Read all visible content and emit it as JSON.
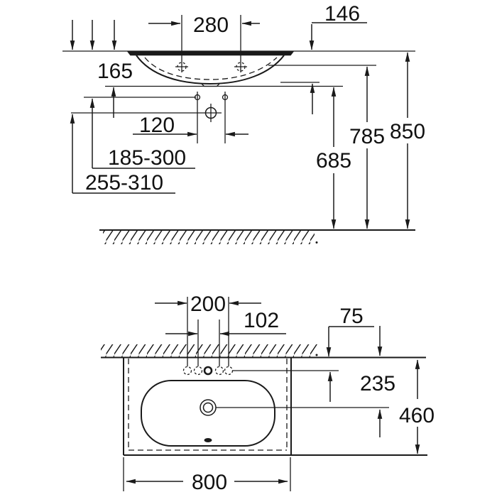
{
  "front_view": {
    "dim_faucet_hole_spacing": "280",
    "dim_right_depth": "146",
    "dim_bowl_depth": "165",
    "dim_bolt_hole_spacing": "120",
    "dim_mount_range_upper": "185-300",
    "dim_mount_range_lower": "255-310",
    "dim_height_underside": "685",
    "dim_height_rim_bottom": "785",
    "dim_height_rim_top": "850"
  },
  "plan_view": {
    "dim_outer_holes": "200",
    "dim_inner_holes": "102",
    "dim_wall_to_holes": "75",
    "dim_wall_to_drain": "235",
    "dim_total_depth": "460",
    "dim_total_width": "800"
  },
  "colors": {
    "line": "#1a1a1a",
    "text": "#111111",
    "background": "#ffffff"
  }
}
